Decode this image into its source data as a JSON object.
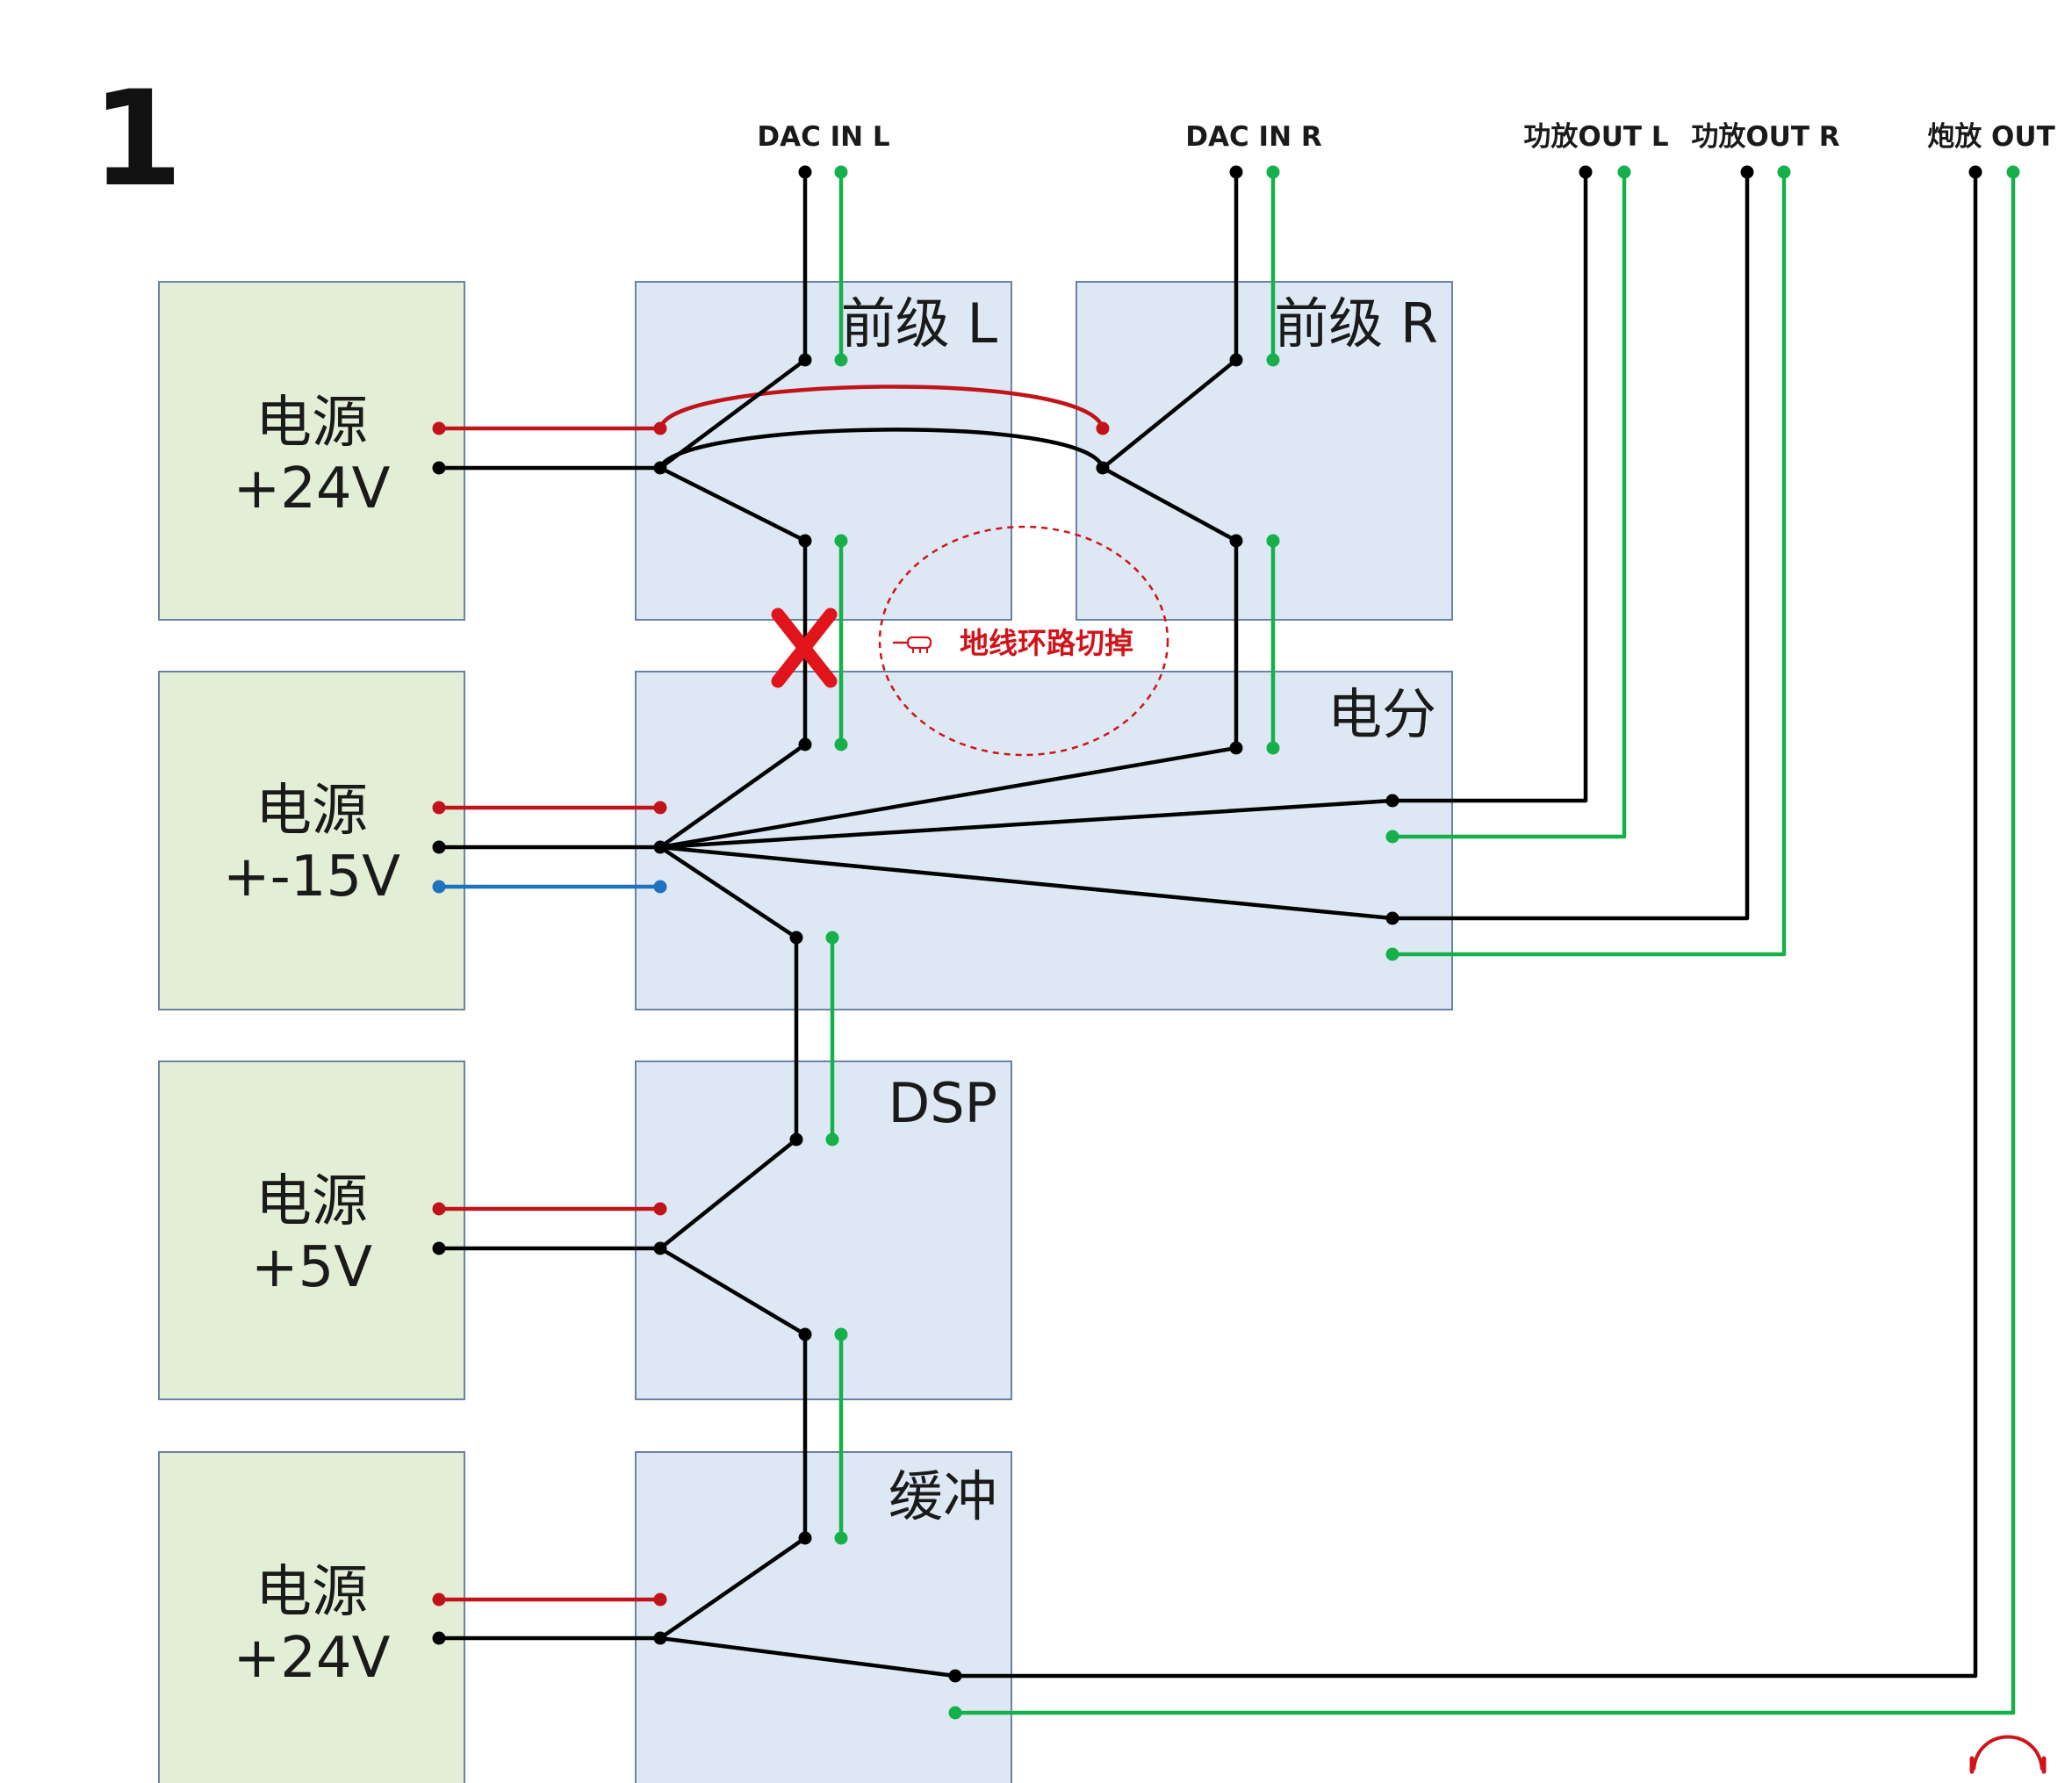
{
  "figure_number": "1",
  "power_supplies": [
    {
      "name": "电源",
      "voltage": "+24V"
    },
    {
      "name": "电源",
      "voltage": "+-15V"
    },
    {
      "name": "电源",
      "voltage": "+5V"
    },
    {
      "name": "电源",
      "voltage": "+24V"
    }
  ],
  "modules": {
    "preamp_l": "前级 L",
    "preamp_r": "前级 R",
    "crossover": "电分",
    "dsp": "DSP",
    "buffer": "缓冲"
  },
  "ports": {
    "dac_in_l": "DAC IN L",
    "dac_in_r": "DAC IN R",
    "amp_out_l": "功放OUT L",
    "amp_out_r": "功放OUT R",
    "sub_out": "炮放 OUT"
  },
  "note": {
    "icon": "pointing-hand-icon",
    "text": "地线环路切掉",
    "cut_mark": "X"
  },
  "colors": {
    "ground_wire": "#000000",
    "signal_wire": "#16b04a",
    "positive_rail": "#c0141a",
    "negative_rail": "#1e72c0",
    "psu_fill": "#e3eed7",
    "module_fill": "#dde8f4",
    "annotation": "#d0141a"
  },
  "corner_icon": "headphones-icon"
}
